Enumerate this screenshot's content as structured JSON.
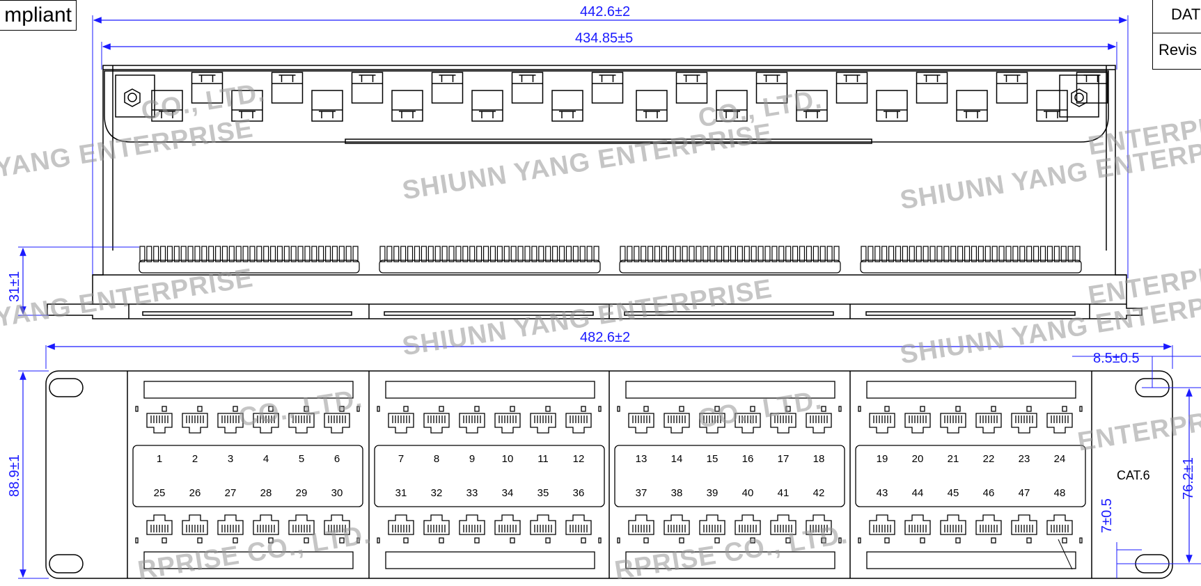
{
  "corner_label": "mpliant",
  "title_block": {
    "row1": "DAT",
    "row2": "Revis"
  },
  "top_view": {
    "dim_overall": "442.6±2",
    "dim_inner": "434.85±5",
    "dim_height": "31±1"
  },
  "front_view": {
    "dim_width": "482.6±2",
    "dim_height": "88.9±1",
    "dim_hole_offset": "8.5±0.5",
    "dim_hole_spacing": "76.2±1",
    "dim_hole_edge": "7±0.5",
    "cat_label": "CAT.6",
    "modules": [
      {
        "top_numbers": [
          "1",
          "2",
          "3",
          "4",
          "5",
          "6"
        ],
        "bottom_numbers": [
          "25",
          "26",
          "27",
          "28",
          "29",
          "30"
        ]
      },
      {
        "top_numbers": [
          "7",
          "8",
          "9",
          "10",
          "11",
          "12"
        ],
        "bottom_numbers": [
          "31",
          "32",
          "33",
          "34",
          "35",
          "36"
        ]
      },
      {
        "top_numbers": [
          "13",
          "14",
          "15",
          "16",
          "17",
          "18"
        ],
        "bottom_numbers": [
          "37",
          "38",
          "39",
          "40",
          "41",
          "42"
        ]
      },
      {
        "top_numbers": [
          "19",
          "20",
          "21",
          "22",
          "23",
          "24"
        ],
        "bottom_numbers": [
          "43",
          "44",
          "45",
          "46",
          "47",
          "48"
        ]
      }
    ]
  },
  "watermarks": {
    "company": "SHIUNN YANG ENTERPRISE",
    "company_co": "SHIUNN YANG ENTERPRISE CO., LTD.",
    "yang": "YANG ENTERPRISE",
    "co_ltd": "CO., LTD.",
    "yang_short": "YANG ENTERPRISE",
    "enterprise": "ENTERPRISE",
    "rprise_co": "RPRISE CO., LTD."
  }
}
